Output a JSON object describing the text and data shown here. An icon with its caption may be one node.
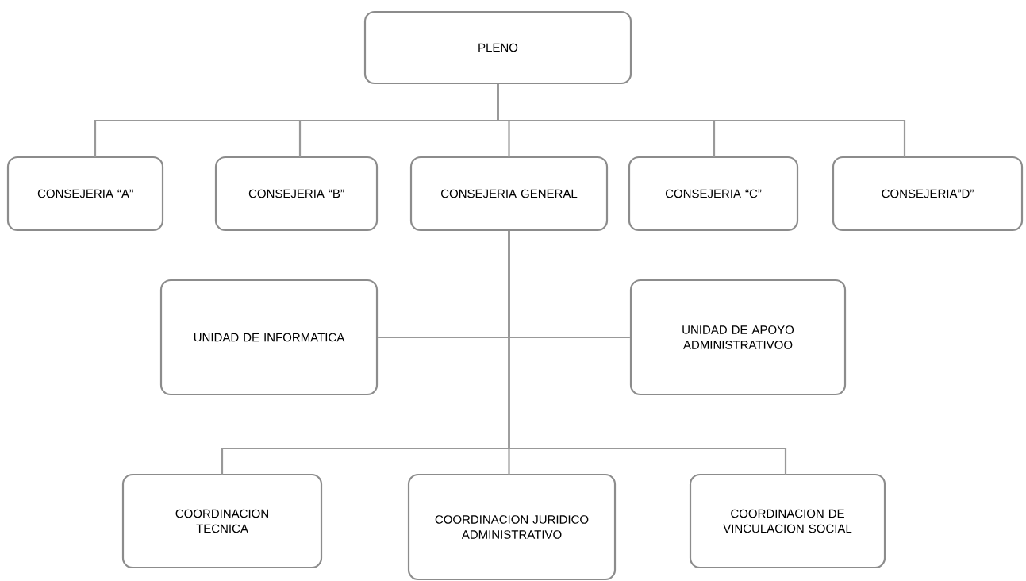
{
  "diagram": {
    "nodes": [
      {
        "text": [
          "PLENO"
        ]
      },
      {
        "text": [
          "CONSEJERIA “A”"
        ]
      },
      {
        "text": [
          "CONSEJERIA “B”"
        ]
      },
      {
        "text": [
          "CONSEJERIA GENERAL"
        ]
      },
      {
        "text": [
          "CONSEJERIA “C”"
        ]
      },
      {
        "text": [
          "CONSEJERIA”D”"
        ]
      },
      {
        "text": [
          "UNIDAD DE INFORMATICA"
        ]
      },
      {
        "text": [
          "UNIDAD DE APOYO ADMINISTRATIVOO"
        ]
      },
      {
        "text": [
          "COORDINACION TECNICA"
        ]
      },
      {
        "text": [
          "COORDINACION JURIDICO ADMINISTRATIVO"
        ]
      },
      {
        "text": [
          "COORDINACION DE VINCULACION SOCIAL"
        ]
      }
    ],
    "edges": [
      {
        "from": 0,
        "to": 1,
        "arrow": "none"
      },
      {
        "from": 0,
        "to": 2,
        "arrow": "none"
      },
      {
        "from": 0,
        "to": 3,
        "arrow": "none"
      },
      {
        "from": 0,
        "to": 4,
        "arrow": "none"
      },
      {
        "from": 0,
        "to": 5,
        "arrow": "none"
      },
      {
        "from": 3,
        "to": 6,
        "arrow": "none"
      },
      {
        "from": 3,
        "to": 7,
        "arrow": "none"
      },
      {
        "from": 3,
        "to": 8,
        "arrow": "none"
      },
      {
        "from": 3,
        "to": 9,
        "arrow": "none"
      },
      {
        "from": 3,
        "to": 10,
        "arrow": "none"
      }
    ]
  }
}
